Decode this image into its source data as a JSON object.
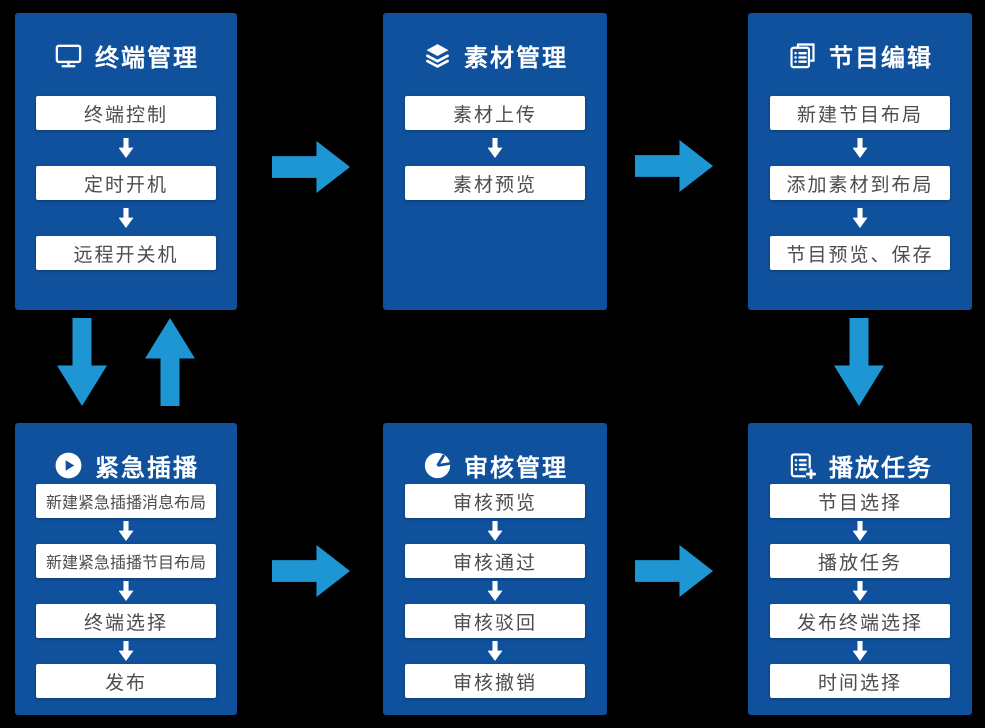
{
  "colors": {
    "background": "#000000",
    "panel": "#10519D",
    "flow_arrow": "#1E96D3",
    "step_text": "#4D4D4D",
    "step_background": "#FFFFFF",
    "title_text": "#FFFFFF"
  },
  "panels": [
    {
      "title": "终端管理",
      "icon": "monitor-icon",
      "items": [
        "终端控制",
        "定时开机",
        "远程开关机"
      ]
    },
    {
      "title": "素材管理",
      "icon": "layers-icon",
      "items": [
        "素材上传",
        "素材预览"
      ]
    },
    {
      "title": "节目编辑",
      "icon": "program-edit-icon",
      "items": [
        "新建节目布局",
        "添加素材到布局",
        "节目预览、保存"
      ]
    },
    {
      "title": "紧急插播",
      "icon": "play-circle-icon",
      "items": [
        "新建紧急插播消息布局",
        "新建紧急插播节目布局",
        "终端选择",
        "发布"
      ]
    },
    {
      "title": "审核管理",
      "icon": "pie-chart-icon",
      "items": [
        "审核预览",
        "审核通过",
        "审核驳回",
        "审核撤销"
      ]
    },
    {
      "title": "播放任务",
      "icon": "playlist-add-icon",
      "items": [
        "节目选择",
        "播放任务",
        "发布终端选择",
        "时间选择"
      ]
    }
  ],
  "connections": [
    {
      "from": "终端管理",
      "to": "素材管理",
      "direction": "right"
    },
    {
      "from": "素材管理",
      "to": "节目编辑",
      "direction": "right"
    },
    {
      "from": "终端管理",
      "to": "紧急插播",
      "direction": "down"
    },
    {
      "from": "紧急插播",
      "to": "终端管理",
      "direction": "up"
    },
    {
      "from": "节目编辑",
      "to": "播放任务",
      "direction": "down"
    },
    {
      "from": "紧急插播",
      "to": "审核管理",
      "direction": "right"
    },
    {
      "from": "审核管理",
      "to": "播放任务",
      "direction": "right"
    }
  ]
}
